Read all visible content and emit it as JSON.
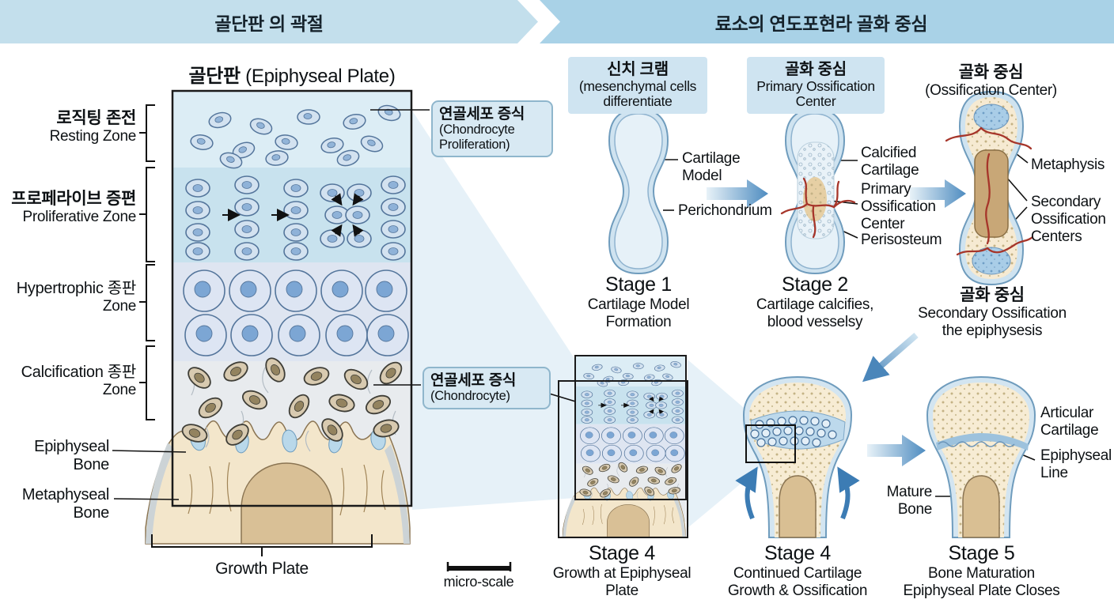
{
  "banner": {
    "left": "골단판 의 곽절",
    "right": "료소의 연도포현라 골화 중심"
  },
  "plate": {
    "title_ko": "골단판",
    "title_en": " (Epiphyseal Plate)",
    "zones": [
      {
        "l1": "로직팅 존전",
        "l2": "Resting Zone"
      },
      {
        "l1": "프로페라이브 증편",
        "l2": "Proliferative Zone"
      },
      {
        "l1": "Hypertrophic 종판",
        "l2": "Zone"
      },
      {
        "l1": "Calcification 종판",
        "l2": "Zone"
      }
    ],
    "epiphyseal_bone": {
      "l1": "Epiphyseal",
      "l2": "Bone"
    },
    "metaphyseal_bone": {
      "l1": "Metaphyseal",
      "l2": "Bone"
    },
    "growth_plate": "Growth Plate",
    "callout_proliferation": {
      "l1": "연골세포 증식",
      "l2": "(Chondrocyte",
      "l3": "Proliferation)"
    },
    "callout_chondrocyte": {
      "l1": "연골세포 증식",
      "l2": "(Chondrocyte)"
    },
    "micro_scale": "micro-scale"
  },
  "oss": {
    "header_mesenchymal": {
      "l1": "신치 크램",
      "l2": "(mesenchymal cells",
      "l3": "differentiate"
    },
    "header_primary": {
      "l1": "골화 중심",
      "l2": "Primary Ossification",
      "l3": "Center"
    },
    "header_center": {
      "l1": "골화 중심",
      "l2": "(Ossification Center)"
    },
    "stage1": {
      "lab_cartilage": {
        "l1": "Cartilage",
        "l2": "Model"
      },
      "lab_perichondrium": "Perichondrium",
      "cap": {
        "t": "Stage 1",
        "l1": "Cartilage Model",
        "l2": "Formation"
      }
    },
    "stage2": {
      "lab_calcified": {
        "l1": "Calcified",
        "l2": "Cartilage"
      },
      "lab_primary": {
        "l1": "Primary",
        "l2": "Ossification",
        "l3": "Center"
      },
      "lab_periosteum": "Perisosteum",
      "cap": {
        "t": "Stage 2",
        "l1": "Cartilage calcifies,",
        "l2": "blood vesselsy"
      }
    },
    "stage3": {
      "lab_metaphysis": "Metaphysis",
      "lab_secondary": {
        "l1": "Secondary",
        "l2": "Ossification",
        "l3": "Centers"
      },
      "cap": {
        "t": "골화 중심",
        "l1": "Secondary Ossification",
        "l2": "the epiphysesis"
      }
    },
    "stage4_micro": {
      "cap": {
        "t": "Stage 4",
        "l1": "Growth at Epiphyseal Plate"
      }
    },
    "stage4": {
      "cap": {
        "t": "Stage 4",
        "l1": "Continued Cartilage",
        "l2": "Growth & Ossification"
      }
    },
    "stage5": {
      "lab_articular": {
        "l1": "Articular",
        "l2": "Cartilage"
      },
      "lab_line": {
        "l1": "Epiphyseal",
        "l2": "Line"
      },
      "lab_mature": {
        "l1": "Mature",
        "l2": "Bone"
      },
      "cap": {
        "t": "Stage 5",
        "l1": "Bone Maturation",
        "l2": "Epiphyseal Plate Closes"
      }
    }
  },
  "colors": {
    "banner_left": "#c3dfec",
    "banner_right": "#a9d2e7",
    "accent_blue": "#4e8cc0",
    "vessel_red": "#a6352a"
  }
}
